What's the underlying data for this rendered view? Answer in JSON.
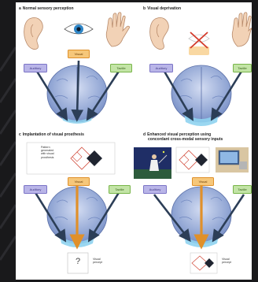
{
  "panels": {
    "a": {
      "letter": "a",
      "title": "Normal sensory perception",
      "auditory": "Auditory",
      "visual": "Visual",
      "tactile": "Tactile"
    },
    "b": {
      "letter": "b",
      "title": "Visual deprivation",
      "auditory": "Auditory",
      "tactile": "Tactile"
    },
    "c": {
      "letter": "c",
      "title": "Implantation of visual prosthesis",
      "pattern_lines": [
        "Pattern",
        "generated",
        "with visual",
        "prosthesis"
      ],
      "auditory": "Auditory",
      "visual": "Visual",
      "tactile": "Tactile",
      "unknown_mark": "?",
      "percept_lines": [
        "Visual",
        "percept"
      ]
    },
    "d": {
      "letter": "d",
      "title_lines": [
        "Enhanced visual perception using",
        "concordant cross-modal sensory inputs"
      ],
      "auditory": "Auditory",
      "visual": "Visual",
      "tactile": "Tactile",
      "percept_lines": [
        "Visual",
        "percept"
      ]
    }
  },
  "colors": {
    "auditory": "#7b74c6",
    "visual": "#e0902a",
    "tactile": "#78b549",
    "arrow": "#2c3e57",
    "brain": "#8fa4d3",
    "visual_cortex": "#8fd3ef"
  },
  "icons": {
    "ear": "ear-icon",
    "eye": "eye-icon",
    "hand": "hand-icon",
    "eye_crossed": "eye-crossed-icon",
    "pattern": "diamond-pattern-icon"
  }
}
